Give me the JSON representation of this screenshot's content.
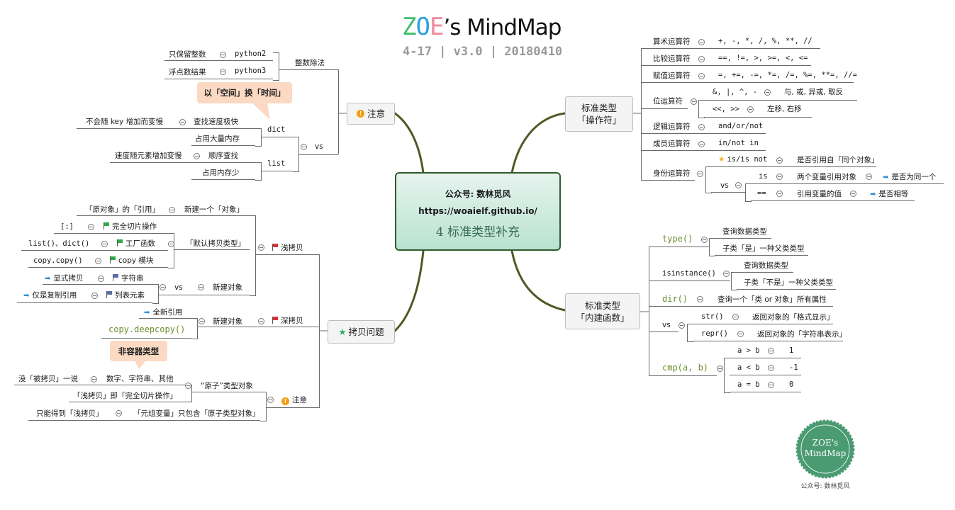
{
  "title": {
    "zoe_z": "Z",
    "zoe_o": "O",
    "zoe_e": "E",
    "rest": "’s MindMap",
    "subtitle": "4-17 | v3.0 | 20180410"
  },
  "center": {
    "line1": "公众号: 数林觅风",
    "line2": "https://woaielf.github.io/",
    "line3": "4 标准类型补充"
  },
  "branches": {
    "notice": "注意",
    "copy": "拷贝问题",
    "operators": "标准类型\n「操作符」",
    "builtins": "标准类型\n「内建函数」"
  },
  "notice_section": {
    "int_div": "整数除法",
    "py2": "python2",
    "py2_desc": "只保留整数",
    "py3": "python3",
    "py3_desc": "浮点数结果",
    "callout": "以「空间」换「时间」",
    "vs": "vs",
    "dict": "dict",
    "dict_fast": "查找速度极快",
    "dict_fast_desc": "不会随 key 增加而变慢",
    "dict_mem": "占用大量内存",
    "list": "list",
    "list_seq": "顺序查找",
    "list_seq_desc": "速度随元素增加变慢",
    "list_mem": "占用内存少"
  },
  "copy_section": {
    "shallow": "浅拷贝",
    "new_obj": "新建一个「对象」",
    "ref_orig": "「原对象」的「引用」",
    "default": "「默认拷贝类型」",
    "slice_code": "[:]",
    "slice": "完全切片操作",
    "factory_code": "list()、dict()",
    "factory": "工厂函数",
    "copymod_code": "copy.copy()",
    "copymod": "copy 模块",
    "vs": "vs",
    "new_obj2": "新建对象",
    "explicit": "显式拷贝",
    "str": "字符串",
    "onlyref": "仅是复制引用",
    "list_elem": "列表元素",
    "deep": "深拷贝",
    "new_obj3": "新建对象",
    "all_new_ref": "全新引用",
    "deepcopy_code": "copy.deepcopy()",
    "callout": "非容器类型",
    "notice": "注意",
    "atomic": "“原子”类型对象",
    "atomic_types": "数字、字符串、其他",
    "atomic_desc": "没「被拷贝」一说",
    "shallow_eq": "「浅拷贝」即「完全切片操作」",
    "tuple_atomic": "「元组变量」只包含「原子类型对象」",
    "tuple_desc": "只能得到「浅拷贝」"
  },
  "op_section": {
    "arith": "算术运算符",
    "arith_v": "+, -, *, /, %, **, //",
    "cmp": "比较运算符",
    "cmp_v": "==, !=, >, >=, <, <=",
    "assign": "赋值运算符",
    "assign_v": "=, +=, -=, *=, /=, %=, **=, //=",
    "bit": "位运算符",
    "bit_v1": "&, |, ^, -",
    "bit_d1": "与, 或, 异或, 取反",
    "bit_v2": "<<, >>",
    "bit_d2": "左移, 右移",
    "logic": "逻辑运算符",
    "logic_v": "and/or/not",
    "member": "成员运算符",
    "member_v": "in/not in",
    "ident": "身份运算符",
    "ident_v": "is/is not",
    "ident_d": "是否引用自「同个对象」",
    "vs": "vs",
    "is": "is",
    "is_d": "两个变量引用对象",
    "is_r": "是否为同一个",
    "eq": "==",
    "eq_d": "引用变量的值",
    "eq_r": "是否相等"
  },
  "bi_section": {
    "type_code": "type()",
    "type_1": "查询数据类型",
    "type_2": "子类「是」一种父类类型",
    "isinst_code": "isinstance()",
    "isinst_1": "查询数据类型",
    "isinst_2": "子类「不是」一种父类类型",
    "dir_code": "dir()",
    "dir_d": "查询一个「类 or 对象」所有属性",
    "vs": "vs",
    "str_code": "str()",
    "str_d": "返回对象的「格式显示」",
    "repr_code": "repr()",
    "repr_d": "返回对象的「字符串表示」",
    "cmp_code": "cmp(a, b)",
    "c1": "a > b",
    "c1v": "1",
    "c2": "a < b",
    "c2v": "-1",
    "c3": "a = b",
    "c3v": "0"
  },
  "seal": {
    "line1": "ZOE's",
    "line2": "MindMap",
    "caption": "公众号: 数林觅风"
  }
}
